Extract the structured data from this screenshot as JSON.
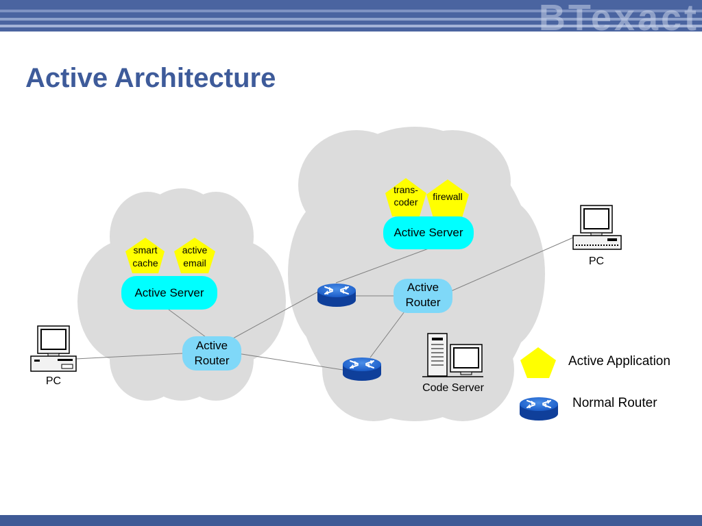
{
  "header": {
    "logo_text": "BTexact"
  },
  "slide": {
    "title": "Active Architecture"
  },
  "left_cloud": {
    "server_label": "Active Server",
    "apps": [
      [
        "smart",
        "cache"
      ],
      [
        "active",
        "email"
      ]
    ],
    "router_label": [
      "Active",
      "Router"
    ]
  },
  "right_cloud": {
    "server_label": "Active Server",
    "apps": [
      [
        "trans-",
        "coder"
      ],
      [
        "firewall"
      ]
    ],
    "router_label": [
      "Active",
      "Router"
    ]
  },
  "devices": {
    "pc_left": "PC",
    "pc_right": "PC",
    "code_server": "Code Server"
  },
  "legend": {
    "active_application": "Active Application",
    "normal_router": "Normal Router"
  },
  "colors": {
    "header": "#4a64a0",
    "title": "#3e5b9a",
    "cloud": "#dcdcdc",
    "active_node": "#00ffff",
    "active_router": "#7fd8f8",
    "app_pentagon": "#ffff00",
    "normal_router": "#1e64d0"
  }
}
